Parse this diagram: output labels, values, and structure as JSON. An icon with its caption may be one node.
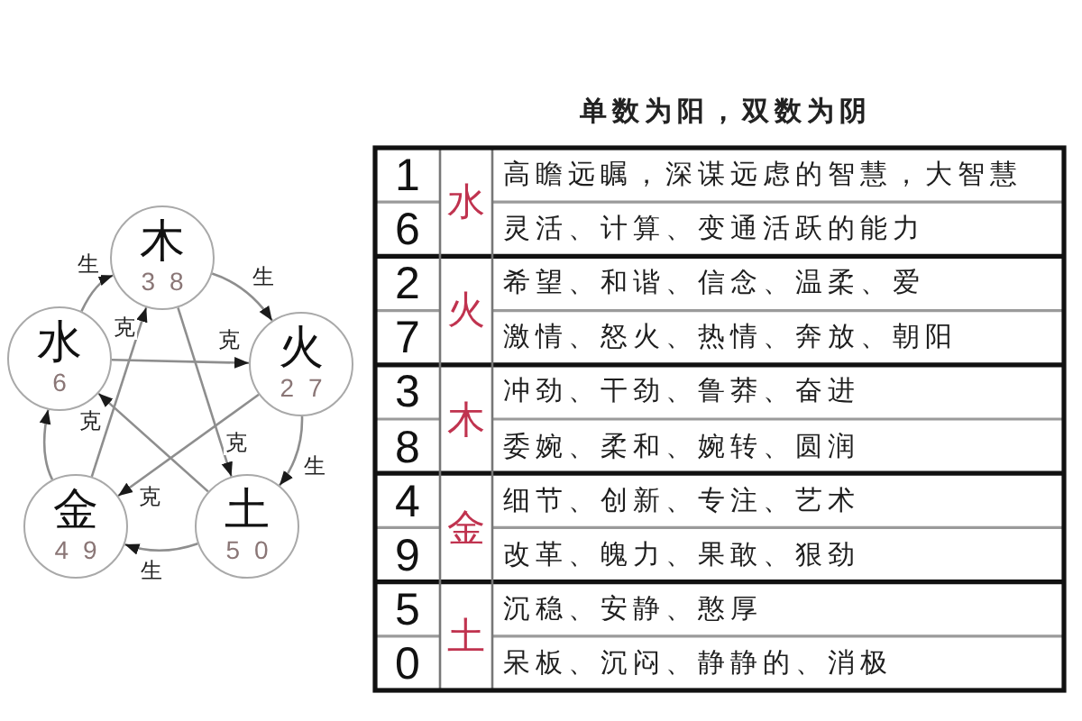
{
  "diagram": {
    "title": "单数为阳，双数为阴",
    "nodes": [
      {
        "text": [
          "木",
          "3 8"
        ]
      },
      {
        "text": [
          "水",
          "6"
        ]
      },
      {
        "text": [
          "火",
          "2 7"
        ]
      },
      {
        "text": [
          "金",
          "4 9"
        ]
      },
      {
        "text": [
          "土",
          "5 0"
        ]
      }
    ],
    "edges": [
      {
        "from": 0,
        "to": 2,
        "arrow": "to",
        "label": "生"
      },
      {
        "from": 2,
        "to": 4,
        "arrow": "to",
        "label": "生"
      },
      {
        "from": 4,
        "to": 3,
        "arrow": "to",
        "label": "生"
      },
      {
        "from": 3,
        "to": 1,
        "arrow": "to"
      },
      {
        "from": 1,
        "to": 0,
        "arrow": "to",
        "label": "生"
      },
      {
        "from": 0,
        "to": 4,
        "arrow": "to",
        "label": "克"
      },
      {
        "from": 4,
        "to": 1,
        "arrow": "to",
        "label": "克"
      },
      {
        "from": 1,
        "to": 2,
        "arrow": "to",
        "label": "克"
      },
      {
        "from": 2,
        "to": 3,
        "arrow": "to",
        "label": "克"
      },
      {
        "from": 3,
        "to": 0,
        "arrow": "to",
        "label": "克"
      }
    ],
    "labels": [
      "1",
      "水",
      "高瞻远瞩，深谋远虑的智慧，大智慧",
      "6",
      "灵活、计算、变通活跃的能力",
      "2",
      "火",
      "希望、和谐、信念、温柔、爱",
      "7",
      "激情、怒火、热情、奔放、朝阳",
      "3",
      "木",
      "冲劲、干劲、鲁莽、奋进",
      "8",
      "委婉、柔和、婉转、圆润",
      "4",
      "金",
      "细节、创新、专注、艺术",
      "9",
      "改革、魄力、果敢、狠劲",
      "5",
      "土",
      "沉稳、安静、憨厚",
      "0",
      "呆板、沉闷、静静的、消极"
    ]
  }
}
